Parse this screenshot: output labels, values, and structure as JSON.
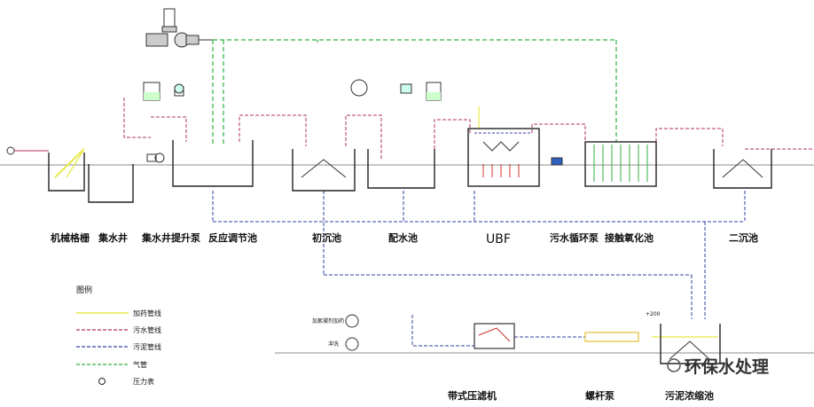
{
  "units": [
    {
      "id": "screen",
      "label": "机械格栅"
    },
    {
      "id": "collection-well",
      "label": "集水井"
    },
    {
      "id": "lift-pump",
      "label": "集水井提升泵"
    },
    {
      "id": "equalization-tank",
      "label": "反应调节池"
    },
    {
      "id": "primary-clarifier",
      "label": "初沉池"
    },
    {
      "id": "mixing-tank",
      "label": "配水池"
    },
    {
      "id": "ubf",
      "label": "UBF"
    },
    {
      "id": "circulation-pump",
      "label": "污水循环泵"
    },
    {
      "id": "contact-oxidation",
      "label": "接触氧化池"
    },
    {
      "id": "secondary-clarifier",
      "label": "二沉池"
    },
    {
      "id": "belt-filter-press",
      "label": "带式压滤机"
    },
    {
      "id": "screw-pump",
      "label": "螺杆泵"
    },
    {
      "id": "sludge-thickener",
      "label": "污泥浓缩池"
    }
  ],
  "legend": {
    "title": "图例",
    "items": [
      {
        "label": "加药管线",
        "color": "#e8e84a",
        "style": "solid"
      },
      {
        "label": "污水管线",
        "color": "#b0306a",
        "style": "dashed"
      },
      {
        "label": "污泥管线",
        "color": "#3040a0",
        "style": "dashed"
      },
      {
        "label": "气管",
        "color": "#30b040",
        "style": "dashed"
      },
      {
        "label": "压力表",
        "color": "#222222",
        "style": "symbol"
      }
    ]
  },
  "thickener_level": "+200",
  "filter_press_inputs": [
    "加絮凝剂加药",
    "冲洗"
  ],
  "watermark": "环保水处理"
}
